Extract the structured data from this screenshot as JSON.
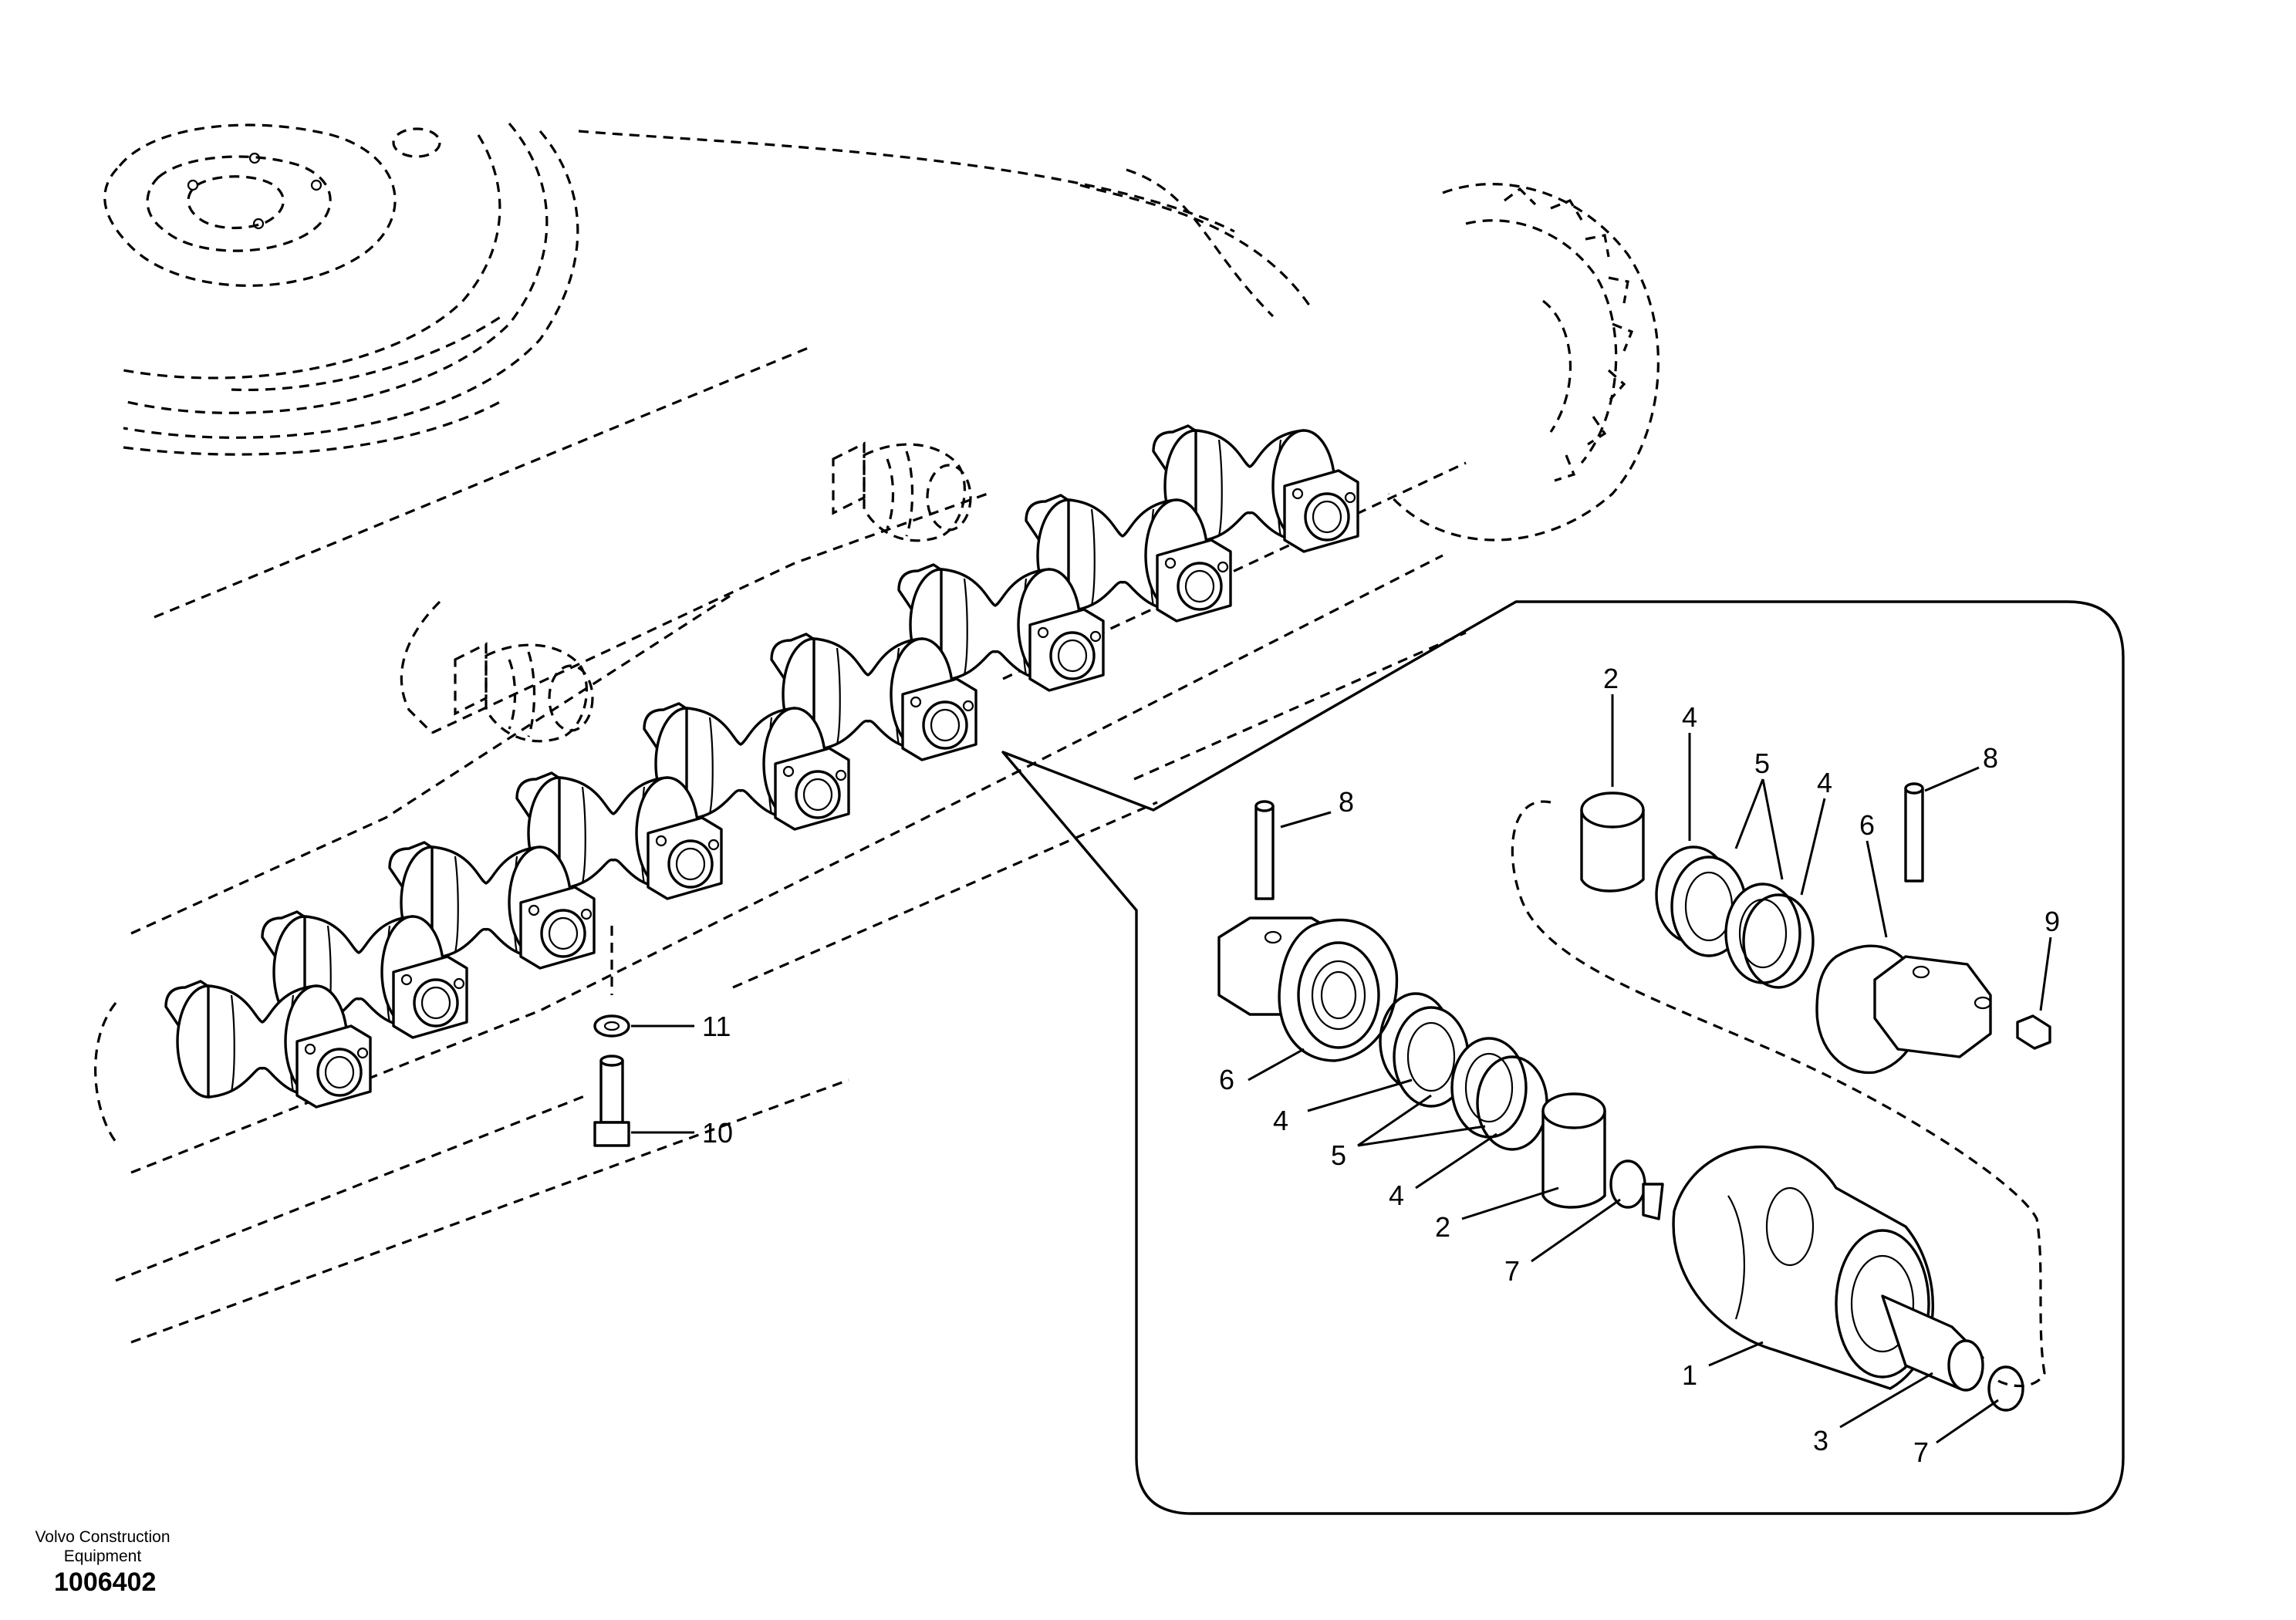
{
  "footer": {
    "company_line1": "Volvo Construction",
    "company_line2": "Equipment",
    "drawing_number": "1006402"
  },
  "callouts": {
    "main_11": "11",
    "main_10": "10",
    "detail_1": "1",
    "detail_2_top": "2",
    "detail_2_bottom": "2",
    "detail_3": "3",
    "detail_4_top_left": "4",
    "detail_4_top_right": "4",
    "detail_4_mid": "4",
    "detail_4_low": "4",
    "detail_5_top": "5",
    "detail_5_bottom": "5",
    "detail_6_left": "6",
    "detail_6_right": "6",
    "detail_7_mid": "7",
    "detail_7_right": "7",
    "detail_8_left": "8",
    "detail_8_right": "8",
    "detail_9": "9"
  }
}
